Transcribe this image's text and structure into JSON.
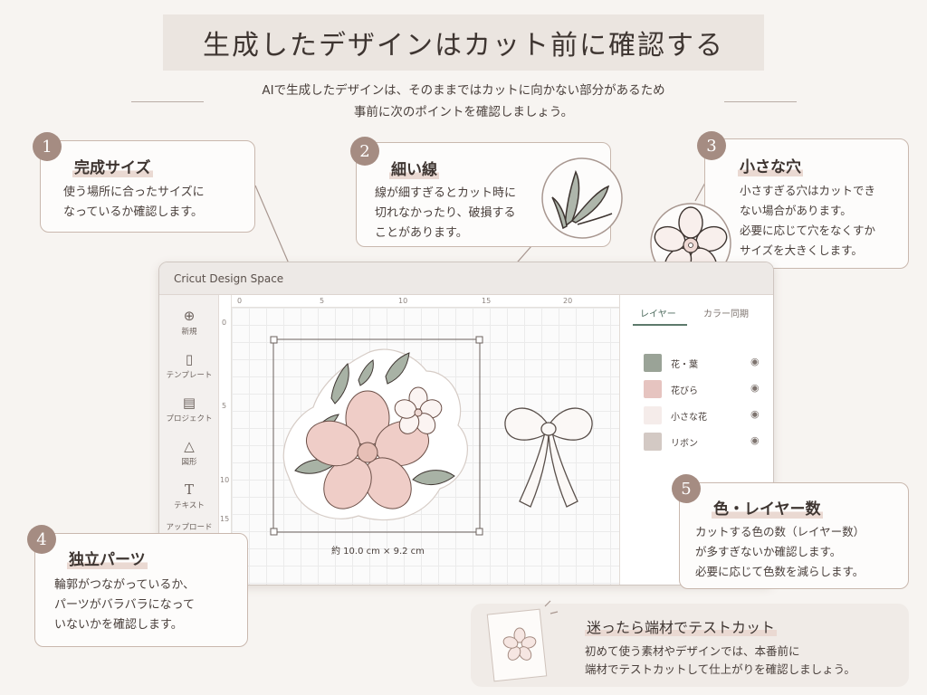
{
  "header": {
    "title": "生成したデザインはカット前に確認する",
    "intro_line1": "AIで生成したデザインは、そのままではカットに向かない部分があるため",
    "intro_line2": "事前に次のポイントを確認しましょう。"
  },
  "points": [
    {
      "num": "1",
      "title": "完成サイズ",
      "body": [
        "使う場所に合ったサイズに",
        "なっているか確認します。"
      ]
    },
    {
      "num": "2",
      "title": "細い線",
      "body": [
        "線が細すぎるとカット時に",
        "切れなかったり、破損する",
        "ことがあります。"
      ]
    },
    {
      "num": "3",
      "title": "小さな穴",
      "body": [
        "小さすぎる穴はカットでき",
        "ない場合があります。",
        "必要に応じて穴をなくすか",
        "サイズを大きくします。"
      ]
    },
    {
      "num": "4",
      "title": "独立パーツ",
      "body": [
        "輪郭がつながっているか、",
        "パーツがバラバラになって",
        "いないかを確認します。"
      ]
    },
    {
      "num": "5",
      "title": "色・レイヤー数",
      "body": [
        "カットする色の数（レイヤー数）",
        "が多すぎないか確認します。",
        "必要に応じて色数を減らします。"
      ]
    }
  ],
  "app": {
    "title": "Cricut Design Space",
    "tools": [
      {
        "label": "新規",
        "icon": "plus-circle-icon"
      },
      {
        "label": "テンプレート",
        "icon": "shirt-icon"
      },
      {
        "label": "プロジェクト",
        "icon": "clipboard-icon"
      },
      {
        "label": "図形",
        "icon": "shapes-icon"
      },
      {
        "label": "テキスト",
        "icon": "text-icon"
      },
      {
        "label": "アップロード",
        "icon": "upload-icon"
      }
    ],
    "ruler_top": [
      "0",
      "5",
      "10",
      "15",
      "20"
    ],
    "ruler_left": [
      "0",
      "5",
      "10",
      "15"
    ],
    "dimension": "約 10.0 cm × 9.2 cm",
    "tabs": [
      "レイヤー",
      "カラー同期"
    ],
    "layers": [
      {
        "name": "花・葉",
        "color": "#9aa397"
      },
      {
        "name": "花びら",
        "color": "#e6c4c0"
      },
      {
        "name": "小さな花",
        "color": "#f5ecea"
      },
      {
        "name": "リボン",
        "color": "#d3c9c4"
      }
    ]
  },
  "test_tip": {
    "title": "迷ったら端材でテストカット",
    "body_line1": "初めて使う素材やデザインでは、本番前に",
    "body_line2": "端材でテストカットして仕上がりを確認しましょう。"
  },
  "colors": {
    "accent": "#a58c82",
    "card_border": "#c9b8ae",
    "background": "#f7f4f1",
    "active_tab": "#5d7a6c"
  }
}
